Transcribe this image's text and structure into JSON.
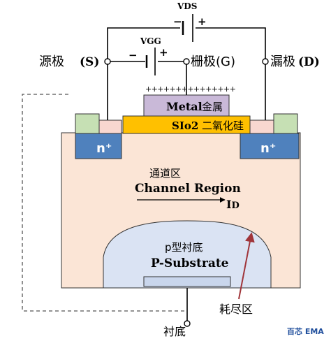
{
  "labels": {
    "vds": "VDS",
    "vgg": "VGG",
    "source": "源极",
    "source_sym": "(S)",
    "gate": "栅极(G)",
    "drain": "漏极",
    "drain_sym": "(D)",
    "metal_en": "Metal",
    "metal_cn": "金属",
    "oxide_en": "SIo2",
    "oxide_cn": "二氧化硅",
    "n_plus_left": "n⁺",
    "n_plus_right": "n⁺",
    "channel_cn": "通道区",
    "channel_en": "Channel Region",
    "id_main": "I",
    "id_sub": "D",
    "substrate_cn": "p型衬底",
    "substrate_en": "P-Substrate",
    "depletion": "耗尽区",
    "body": "衬底",
    "brand": "百芯 EMA",
    "charges": "+++++++++++++++",
    "minus_vds": "−",
    "plus_vds": "+",
    "minus_vgg": "−",
    "plus_vgg": "+"
  },
  "colors": {
    "substrate": "#fbe5d6",
    "metal": "#c9b9d8",
    "oxide": "#ffc000",
    "n_region": "#4f81bd",
    "contact": "#c6e0b4",
    "depletion": "#dae3f3",
    "wire": "#000000",
    "arrow": "#a0353a",
    "brand": "#1f4e9c"
  }
}
